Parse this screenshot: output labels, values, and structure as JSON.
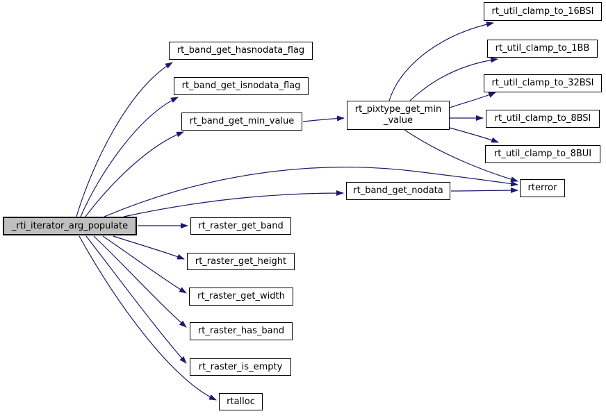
{
  "diagram": {
    "type": "call-graph",
    "background_color": "#ffffff",
    "edge_color": "#191970",
    "node_fill": "#ffffff",
    "node_border_color": "#000000",
    "main_node_fill": "#bfbfbf",
    "nodes": {
      "main": {
        "label": "_rti_iterator_arg_populate"
      },
      "hasnodata": {
        "label": "rt_band_get_hasnodata_flag"
      },
      "isnodata": {
        "label": "rt_band_get_isnodata_flag"
      },
      "minvalue": {
        "label": "rt_band_get_min_value"
      },
      "pixtype": {
        "label": "rt_pixtype_get_min\n_value"
      },
      "clamp16bsi": {
        "label": "rt_util_clamp_to_16BSI"
      },
      "clamp1bb": {
        "label": "rt_util_clamp_to_1BB"
      },
      "clamp32bsi": {
        "label": "rt_util_clamp_to_32BSI"
      },
      "clamp8bsi": {
        "label": "rt_util_clamp_to_8BSI"
      },
      "clamp8bui": {
        "label": "rt_util_clamp_to_8BUI"
      },
      "rterror": {
        "label": "rterror"
      },
      "nodata": {
        "label": "rt_band_get_nodata"
      },
      "getband": {
        "label": "rt_raster_get_band"
      },
      "getheight": {
        "label": "rt_raster_get_height"
      },
      "getwidth": {
        "label": "rt_raster_get_width"
      },
      "hasband": {
        "label": "rt_raster_has_band"
      },
      "isempty": {
        "label": "rt_raster_is_empty"
      },
      "rtalloc": {
        "label": "rtalloc"
      }
    },
    "edges": [
      {
        "from": "_rti_iterator_arg_populate",
        "to": "rt_band_get_hasnodata_flag"
      },
      {
        "from": "_rti_iterator_arg_populate",
        "to": "rt_band_get_isnodata_flag"
      },
      {
        "from": "_rti_iterator_arg_populate",
        "to": "rt_band_get_min_value"
      },
      {
        "from": "_rti_iterator_arg_populate",
        "to": "rterror"
      },
      {
        "from": "_rti_iterator_arg_populate",
        "to": "rt_band_get_nodata"
      },
      {
        "from": "_rti_iterator_arg_populate",
        "to": "rt_raster_get_band"
      },
      {
        "from": "_rti_iterator_arg_populate",
        "to": "rt_raster_get_height"
      },
      {
        "from": "_rti_iterator_arg_populate",
        "to": "rt_raster_get_width"
      },
      {
        "from": "_rti_iterator_arg_populate",
        "to": "rt_raster_has_band"
      },
      {
        "from": "_rti_iterator_arg_populate",
        "to": "rt_raster_is_empty"
      },
      {
        "from": "_rti_iterator_arg_populate",
        "to": "rtalloc"
      },
      {
        "from": "rt_band_get_min_value",
        "to": "rt_pixtype_get_min_value"
      },
      {
        "from": "rt_pixtype_get_min_value",
        "to": "rt_util_clamp_to_16BSI"
      },
      {
        "from": "rt_pixtype_get_min_value",
        "to": "rt_util_clamp_to_1BB"
      },
      {
        "from": "rt_pixtype_get_min_value",
        "to": "rt_util_clamp_to_32BSI"
      },
      {
        "from": "rt_pixtype_get_min_value",
        "to": "rt_util_clamp_to_8BSI"
      },
      {
        "from": "rt_pixtype_get_min_value",
        "to": "rt_util_clamp_to_8BUI"
      },
      {
        "from": "rt_pixtype_get_min_value",
        "to": "rterror"
      },
      {
        "from": "rt_band_get_nodata",
        "to": "rterror"
      }
    ]
  }
}
